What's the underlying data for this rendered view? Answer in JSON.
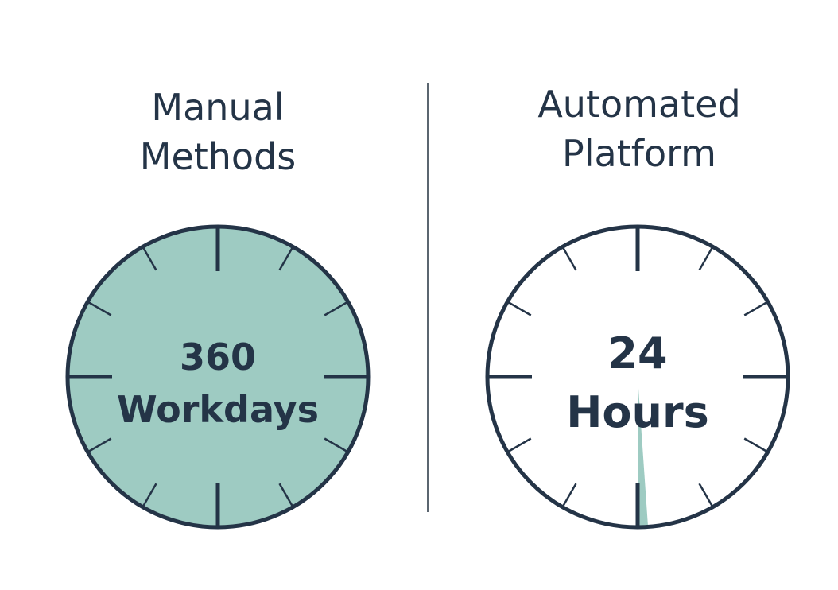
{
  "colors": {
    "ink": "#243447",
    "manual_fill": "#9ecbc2",
    "auto_fill": "#ffffff",
    "auto_sliver": "#9ecbc2",
    "divider": "#5b6670"
  },
  "panels": {
    "manual": {
      "title_line1": "Manual",
      "title_line2": "Methods",
      "value": "360",
      "unit": "Workdays",
      "fill_fraction": 1.0
    },
    "automated": {
      "title_line1": "Automated",
      "title_line2": "Platform",
      "value": "24",
      "unit": "Hours",
      "fill_fraction": 0.011
    }
  },
  "dial": {
    "tick_count": 12
  }
}
